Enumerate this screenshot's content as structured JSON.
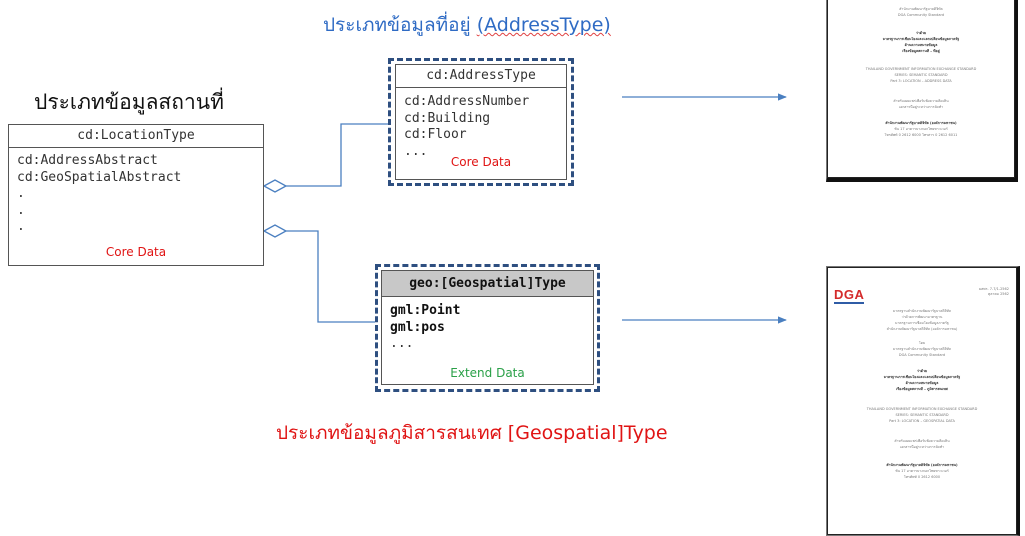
{
  "headings": {
    "address_th": "ประเภทข้อมูลที่อยู่ ",
    "address_en": "(AddressType)",
    "location": "ประเภทข้อมูลสถานที่",
    "geospatial": "ประเภทข้อมูลภูมิสารสนเทศ [Geospatial]Type"
  },
  "location_type": {
    "title": "cd:LocationType",
    "attributes": [
      "cd:AddressAbstract",
      "cd:GeoSpatialAbstract",
      ".",
      ".",
      "."
    ],
    "tag": "Core Data"
  },
  "address_type": {
    "title": "cd:AddressType",
    "attributes": [
      "cd:AddressNumber",
      "cd:Building",
      "cd:Floor",
      "..."
    ],
    "tag": "Core Data"
  },
  "geo_type": {
    "title": "geo:[Geospatial]Type",
    "attributes": [
      "gml:Point",
      "gml:pos",
      "..."
    ],
    "tag": "Extend Data"
  },
  "doc_address": {
    "lines": [
      "สำนักงานพัฒนารัฐบาลดิจิทัล",
      "DGA Community Standard",
      "ว่าด้วย",
      "มาตรฐานการเชื่อมโยงและแลกเปลี่ยนข้อมูลภาครัฐ",
      "ด้านความหมายข้อมูล",
      "เรื่องข้อมูลสถานที่ – ที่อยู่",
      "THAILAND GOVERNMENT INFORMATION EXCHANGE STANDARD",
      "SERIES: SEMANTIC STANDARD",
      "Part 3: LOCATION – ADDRESS DATA",
      "สำหรับเผยแพร่เพื่อรับฟังความคิดเห็น",
      "เอกสารนี้อยู่ระหว่างการจัดทำ",
      "สำนักงานพัฒนารัฐบาลดิจิทัล (องค์การมหาชน)",
      "ชั้น 17 อาคารบางกอกไทยทาวเวอร์",
      "โทรศัพท์ 0 2612 6000 โทรสาร 0 2612 6011"
    ]
  },
  "doc_geo": {
    "logo": "DGA",
    "code": [
      "มสพร. 7-7/1-2562",
      "ตุลาคม 2562"
    ],
    "lines": [
      "มาตรฐานสำนักงานพัฒนารัฐบาลดิจิทัล",
      "ว่าด้วยการพัฒนามาตรฐาน",
      "มาตรฐานการเชื่อมโยงข้อมูลภาครัฐ",
      "สำนักงานพัฒนารัฐบาลดิจิทัล (องค์การมหาชน)",
      "โดย",
      "มาตรฐานสำนักงานพัฒนารัฐบาลดิจิทัล",
      "DGA Community Standard",
      "ว่าด้วย",
      "มาตรฐานการเชื่อมโยงและแลกเปลี่ยนข้อมูลภาครัฐ",
      "ด้านความหมายข้อมูล",
      "เรื่องข้อมูลสถานที่ – ภูมิสารสนเทศ",
      "THAILAND GOVERNMENT INFORMATION EXCHANGE STANDARD",
      "SERIES: SEMANTIC STANDARD",
      "Part 3: LOCATION – GEOSPATIAL DATA",
      "สำหรับเผยแพร่เพื่อรับฟังความคิดเห็น",
      "เอกสารนี้อยู่ระหว่างการจัดทำ",
      "สำนักงานพัฒนารัฐบาลดิจิทัล (องค์การมหาชน)",
      "ชั้น 17 อาคารบางกอกไทยทาวเวอร์",
      "โทรศัพท์ 0 2612 6000"
    ]
  },
  "colors": {
    "heading_blue": "#2f6bc4",
    "core_red": "#e01414",
    "extend_green": "#2aa048",
    "frame_blue": "#2e4f80",
    "connector_blue": "#4a7fc0"
  }
}
